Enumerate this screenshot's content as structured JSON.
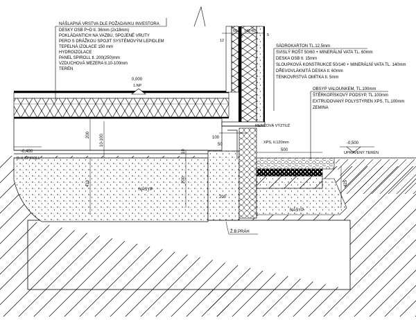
{
  "left_callout": {
    "lines": [
      "NÁŠLAPNÁ VRSTVA DLE POŽADAVKU INVESTORA",
      "DESKY OSB P+D tl. 36mm (2x18mm)",
      "POKLÁDANTICH NA VAZBU, SPOJENÉ VRUTY",
      "PERO S DRÁŽKOU SPOJIT SYSTÉMOVÝM LEPIDLEM",
      "TEPELNÁ IZOLACE 150 mm",
      "HYDROIZOLACE",
      "PANEL SPIROLL tl. 200(250)mm",
      "VZDUCHOVÁ MEZERA tl.10-100mm",
      "TERÉN"
    ]
  },
  "wall_callout": {
    "lines": [
      "SÁDROKARTON TL.12,5mm",
      "SVISLÝ ROŠT 50/60 + MINERÁLNÍ VATA TL. 60mm",
      "DESKA OSB tl. 15mm",
      "SLOUPKOVÁ KONSTRUKCE 50/140 + MINERÁLNÍ VATA TL. 140mm",
      "DŘEVOVLÁKNITÁ DESKA tl. 60mm",
      "TENKOVRSTVÁ OMÍTKA tl. 5mm"
    ]
  },
  "ground_callout": {
    "lines": [
      "OBSYP VALOUNKEM, TL.100mm",
      "ŠTĚRKOPÍSKOVÝ PODSYP, TL.100mm",
      "EXTRUDOVANÝ POLYSTYREN XPS, TL.100mm",
      "ZEMINA"
    ]
  },
  "labels": {
    "level_zero": "0,000",
    "level_zero_sub": "1.NP",
    "level_spiroll": "-0,400",
    "level_spiroll_sub": "D.H.SPIROLL",
    "level_terrain": "-0,500",
    "level_terrain_sub": "UPRAVENÝ TERÉN",
    "rebar": "RENCOVÁ VÝZTUŽ",
    "xps": "XPS, tl.120mm",
    "fill_left": "NÁSYP",
    "fill_right": "NÁSYP",
    "foundation": "Ž.B.PRÁH"
  },
  "dimensions": {
    "d200_top": "200",
    "d10_100": "10-100",
    "d200_mid": "200",
    "d410": "410",
    "d10": "10",
    "d100": "100",
    "d50": "50",
    "d200_small": "200",
    "d500": "500",
    "d425": "425",
    "d12": "12",
    "d60": "60",
    "d15": "15",
    "d140": "140",
    "d40": "40",
    "d5": "5"
  }
}
